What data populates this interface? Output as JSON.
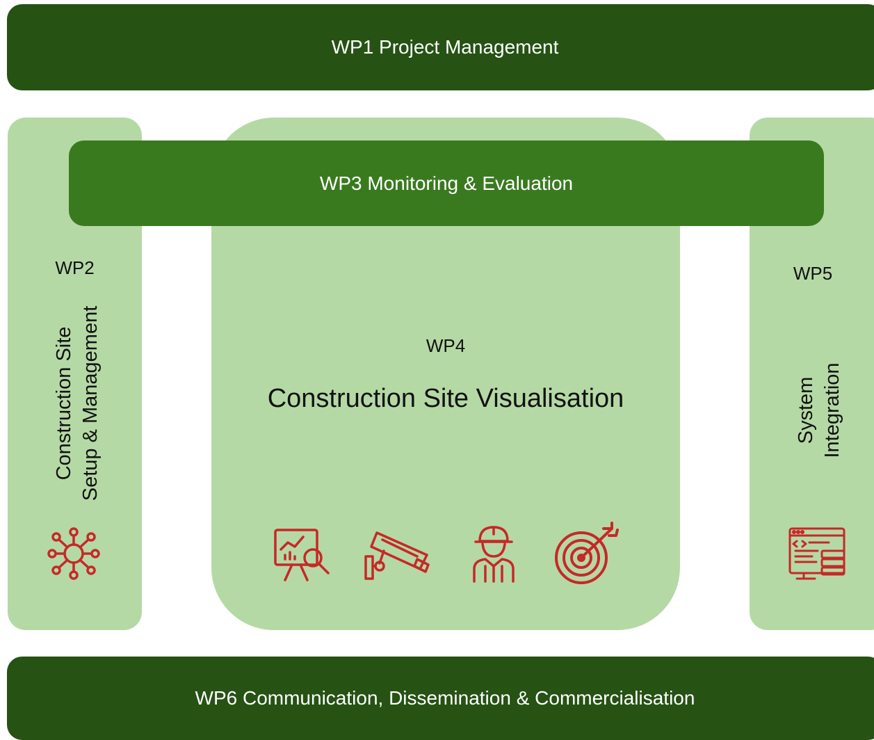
{
  "wp1": {
    "label": "WP1 Project Management"
  },
  "wp2": {
    "number": "WP2",
    "title_line1": "Construction Site",
    "title_line2": "Setup & Management",
    "icon": "network-hub-icon"
  },
  "wp3": {
    "label": "WP3 Monitoring & Evaluation"
  },
  "wp4": {
    "number": "WP4",
    "title": "Construction Site Visualisation",
    "icons": [
      "data-analysis-board-icon",
      "security-camera-icon",
      "construction-worker-icon",
      "target-arrow-icon"
    ]
  },
  "wp5": {
    "number": "WP5",
    "title_line1": "System",
    "title_line2": "Integration",
    "icon": "software-server-icon"
  },
  "wp6": {
    "label": "WP6 Communication, Dissemination & Commercialisation"
  },
  "colors": {
    "dark_green": "#265214",
    "mid_green": "#3a7a1f",
    "light_green": "#b5d9a5",
    "icon_red": "#c62828"
  }
}
